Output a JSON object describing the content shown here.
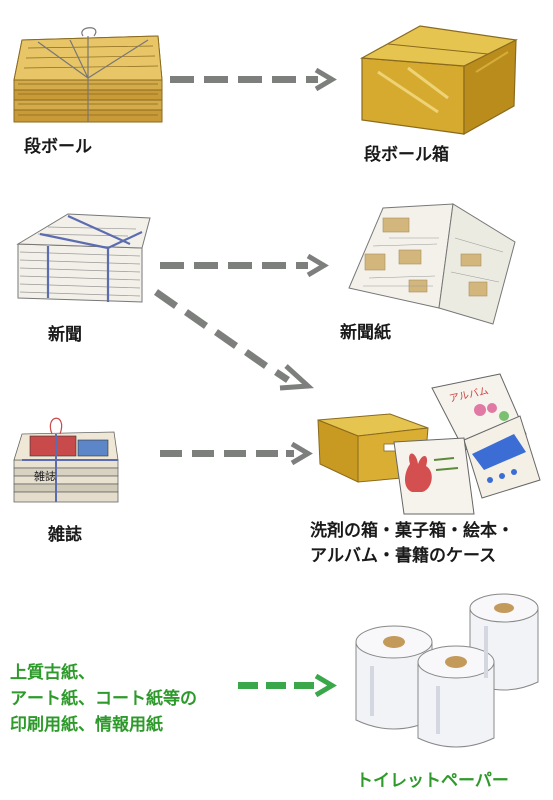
{
  "rows": [
    {
      "source": "段ボール",
      "target": "段ボール箱"
    },
    {
      "source": "新聞",
      "target": "新聞紙"
    },
    {
      "source": "雑誌",
      "target_lines": [
        "洗剤の箱・菓子箱・絵本・",
        "アルバム・書籍のケース"
      ]
    },
    {
      "source_lines": [
        "上質古紙、",
        "アート紙、コート紙等の",
        "印刷用紙、情報用紙"
      ],
      "target": "トイレットペーパー"
    }
  ],
  "illustration_text": {
    "magazine_title": "雑誌",
    "album_title": "アルバム"
  },
  "colors": {
    "arrow_gray": "#7d7f7c",
    "arrow_green": "#3aa84a",
    "label_green": "#2e9a2b",
    "cardboard": "#c9a545"
  }
}
